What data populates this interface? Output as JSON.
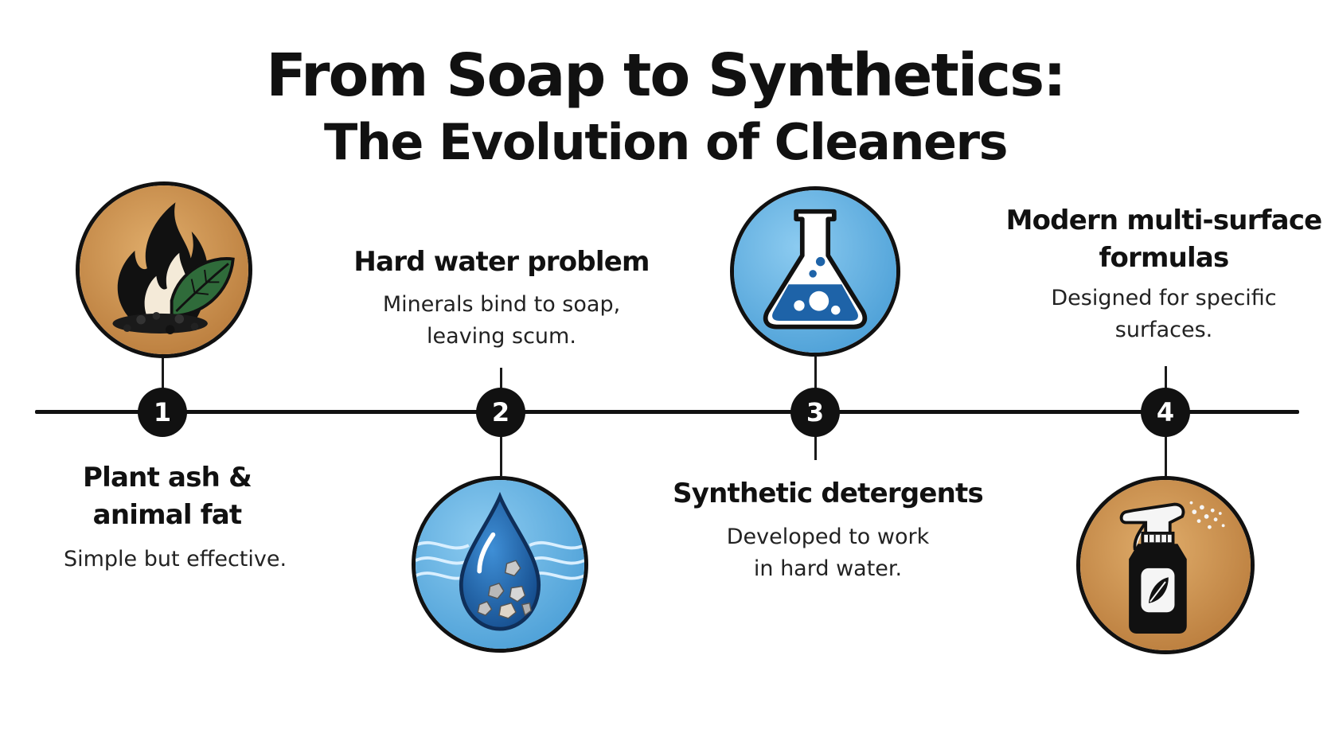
{
  "title": {
    "line1": "From Soap to Synthetics:",
    "line2": "The Evolution of Cleaners"
  },
  "colors": {
    "ink": "#111111",
    "tan": "#c98f4a",
    "blue": "#5aa9dd",
    "deep_blue": "#1e63a8",
    "leaf_green": "#2f6b3a"
  },
  "steps": [
    {
      "number": "1",
      "title_lines": [
        "Plant ash &",
        "animal fat"
      ],
      "description": "Simple but effective.",
      "icon": "fire-and-leaf-icon"
    },
    {
      "number": "2",
      "title_lines": [
        "Hard water problem"
      ],
      "description_lines": [
        "Minerals bind to soap,",
        "leaving scum."
      ],
      "icon": "water-drop-with-minerals-icon"
    },
    {
      "number": "3",
      "title_lines": [
        "Synthetic detergents"
      ],
      "description_lines": [
        "Developed to work",
        "in hard water."
      ],
      "icon": "chemistry-flask-icon"
    },
    {
      "number": "4",
      "title_lines": [
        "Modern multi-surface",
        "formulas"
      ],
      "description_lines": [
        "Designed for specific",
        "surfaces."
      ],
      "icon": "spray-bottle-icon"
    }
  ]
}
